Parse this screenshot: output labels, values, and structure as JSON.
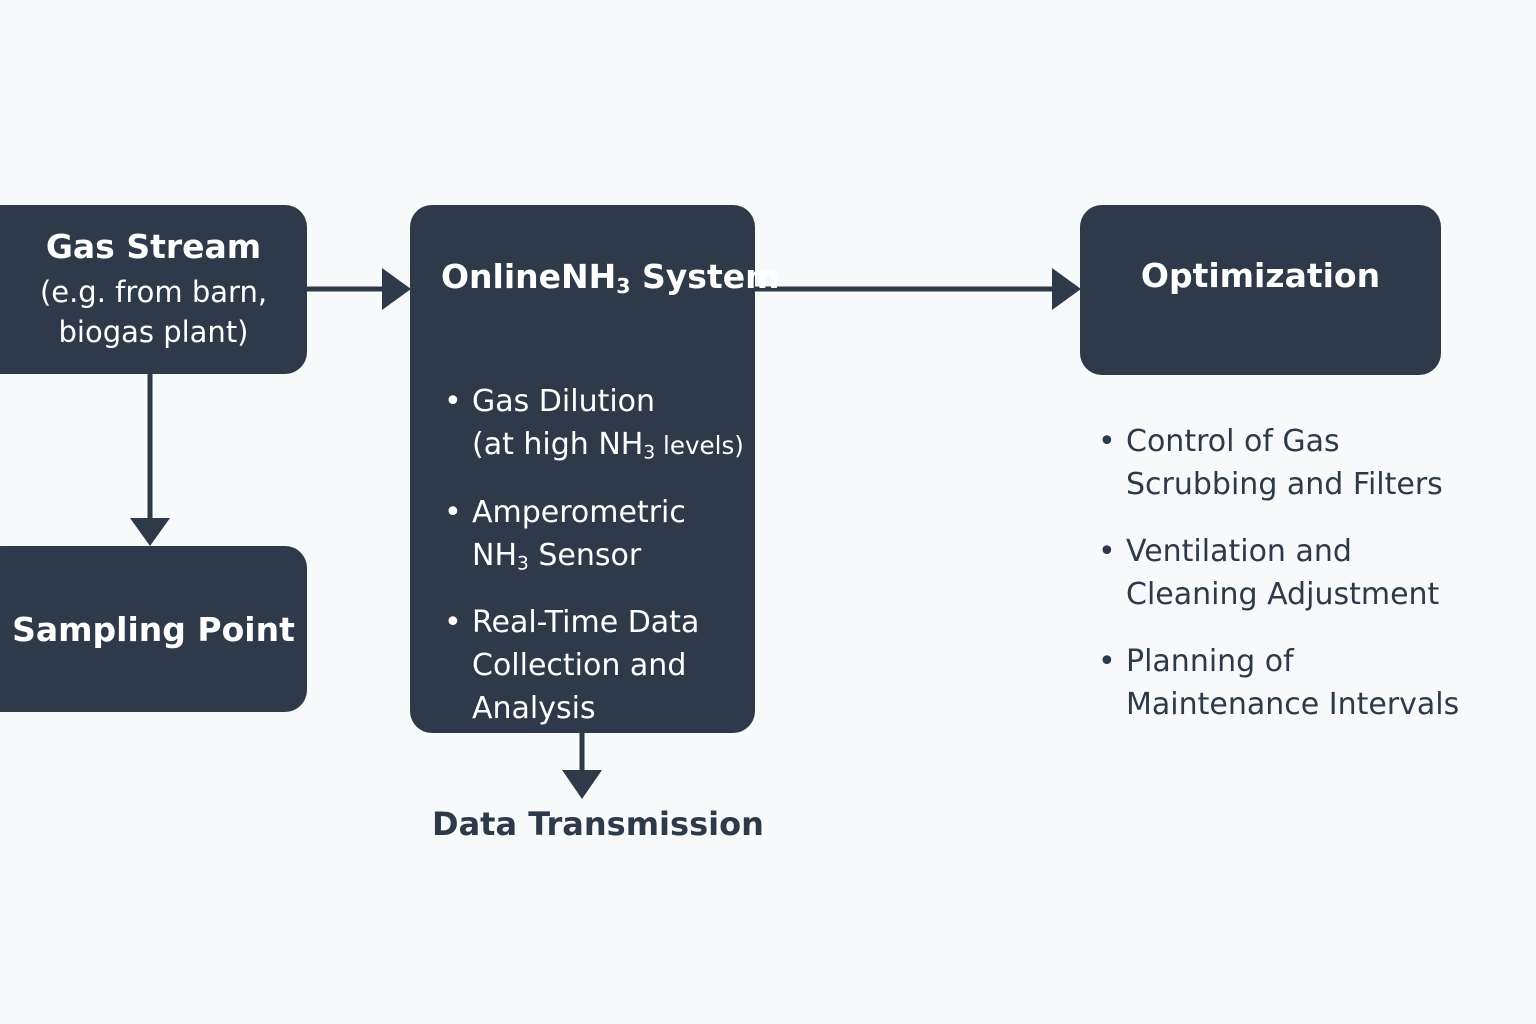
{
  "colors": {
    "box": "#2e3a4a",
    "text_on_box": "#ffffff",
    "text": "#2d3a4a",
    "background": "#f8f9fa"
  },
  "gas_stream": {
    "title": "Gas Stream",
    "line1": "(e.g. from barn,",
    "line2": "biogas plant)"
  },
  "sampling_point": {
    "title": "Sampling Point"
  },
  "online_system": {
    "title_prefix": "Online",
    "title_chem": "NH",
    "title_sub": "3",
    "title_suffix": " System",
    "items": {
      "dilution_line1": "Gas Dilution",
      "dilution_pre": "(at high NH",
      "dilution_sub": "3",
      "dilution_post": " levels)",
      "sensor_line1": "Amperometric",
      "sensor_chem": "NH",
      "sensor_sub": "3",
      "sensor_post": " Sensor",
      "data_line1": "Real-Time Data",
      "data_line2": "Collection and",
      "data_line3": "Analysis"
    }
  },
  "optimization": {
    "title": "Optimization",
    "items": [
      {
        "line1": "Control of Gas",
        "line2": "Scrubbing and Filters"
      },
      {
        "line1": "Ventilation and",
        "line2": "Cleaning Adjustment"
      },
      {
        "line1": "Planning of",
        "line2": "Maintenance Intervals"
      }
    ]
  },
  "data_transmission": {
    "label": "Data Transmission"
  }
}
